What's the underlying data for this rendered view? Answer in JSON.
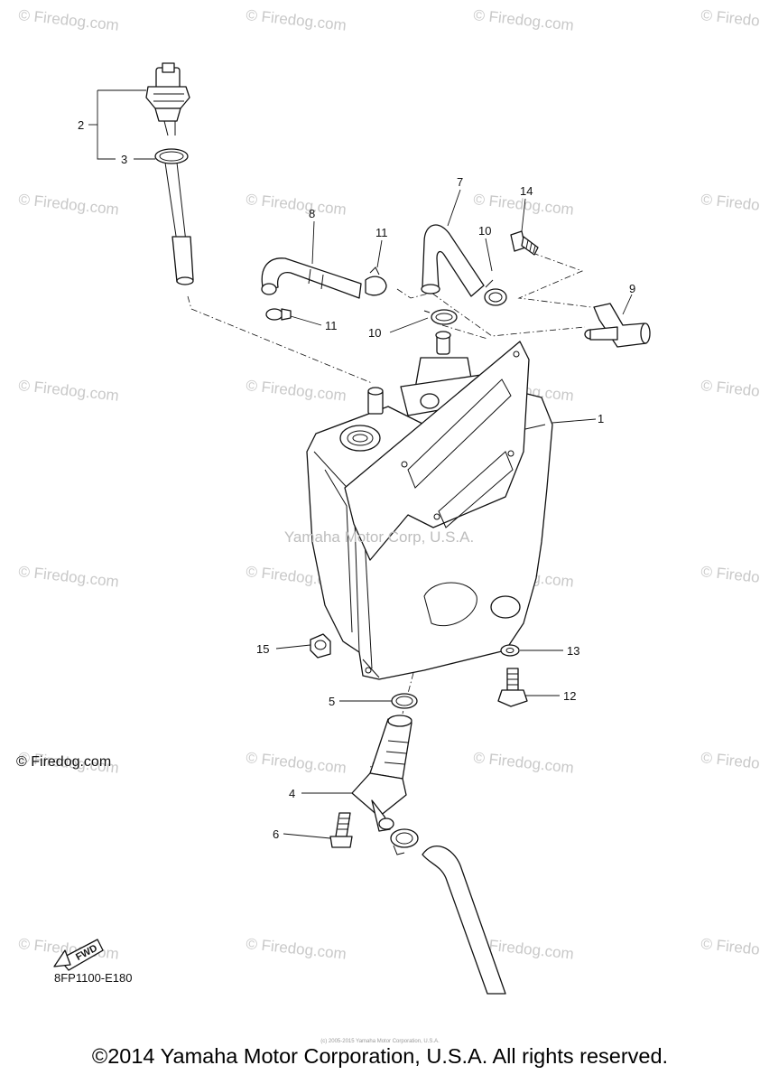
{
  "watermark": "© Firedog.com",
  "diagram": {
    "center_watermark": "Yamaha Motor Corp, U.S.A.",
    "brand_text": "© Firedog.com",
    "fwd_label": "FWD",
    "diagram_code": "8FP1100-E180",
    "callouts": [
      "1",
      "2",
      "3",
      "4",
      "5",
      "6",
      "7",
      "8",
      "9",
      "10",
      "10",
      "11",
      "11",
      "12",
      "13",
      "14",
      "15"
    ]
  },
  "fine_print": "(c) 2005-2015 Yamaha Motor Corporation, U.S.A.",
  "footer": "©2014 Yamaha Motor Corporation, U.S.A. All rights reserved."
}
